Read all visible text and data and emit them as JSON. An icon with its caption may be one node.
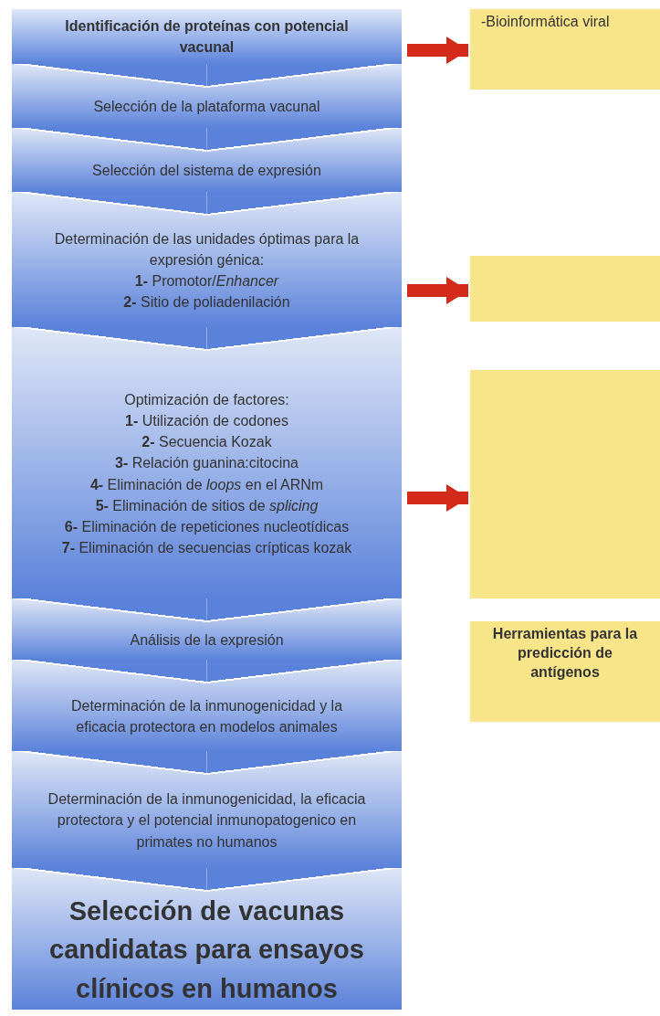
{
  "diagram": {
    "nodes": [
      {
        "text": [
          "Identificación de proteínas con potencial vacunal"
        ]
      },
      {
        "text": [
          "Selección de la plataforma vacunal"
        ]
      },
      {
        "text": [
          "Selección del sistema de expresión"
        ]
      },
      {
        "text": [
          "Determinación de las unidades óptimas para la expresión génica:",
          "**1-** Promotor/*Enhancer*",
          "**2-** Sitio de poliadenilación"
        ]
      },
      {
        "text": [
          "Optimización de factores:",
          "**1-** Utilización de codones",
          "**2-** Secuencia Kozak",
          "**3-** Relación guanina:citocina",
          "**4-** Eliminación de *loops* en el ARNm",
          "**5-** Eliminación de sitios de *splicing*",
          "**6-** Eliminación de repeticiones nucleotídicas",
          "**7-** Eliminación de secuencias crípticas kozak"
        ]
      },
      {
        "text": [
          "Análisis de la expresión"
        ]
      },
      {
        "text": [
          "Determinación de la inmunogenicidad y la eficacia protectora en modelos animales"
        ]
      },
      {
        "text": [
          "Determinación de la inmunogenicidad, la eficacia protectora y el potencial inmunopatogenico en primates no humanos"
        ]
      },
      {
        "text": [
          "Selección de vacunas candidatas para ensayos clínicos en humanos"
        ]
      },
      {
        "text": [
          "-Bioinformática viral"
        ]
      },
      {
        "text": [],
        "shape": "box"
      },
      {
        "text": [],
        "shape": "box"
      },
      {
        "text": [
          "Herramientas para la predicción de antígenos"
        ]
      }
    ],
    "edges": [
      {
        "from": 0,
        "to": 9,
        "arrow": "to"
      },
      {
        "from": 3,
        "to": 10,
        "arrow": "to"
      },
      {
        "from": 4,
        "to": 11,
        "arrow": "to"
      }
    ]
  }
}
